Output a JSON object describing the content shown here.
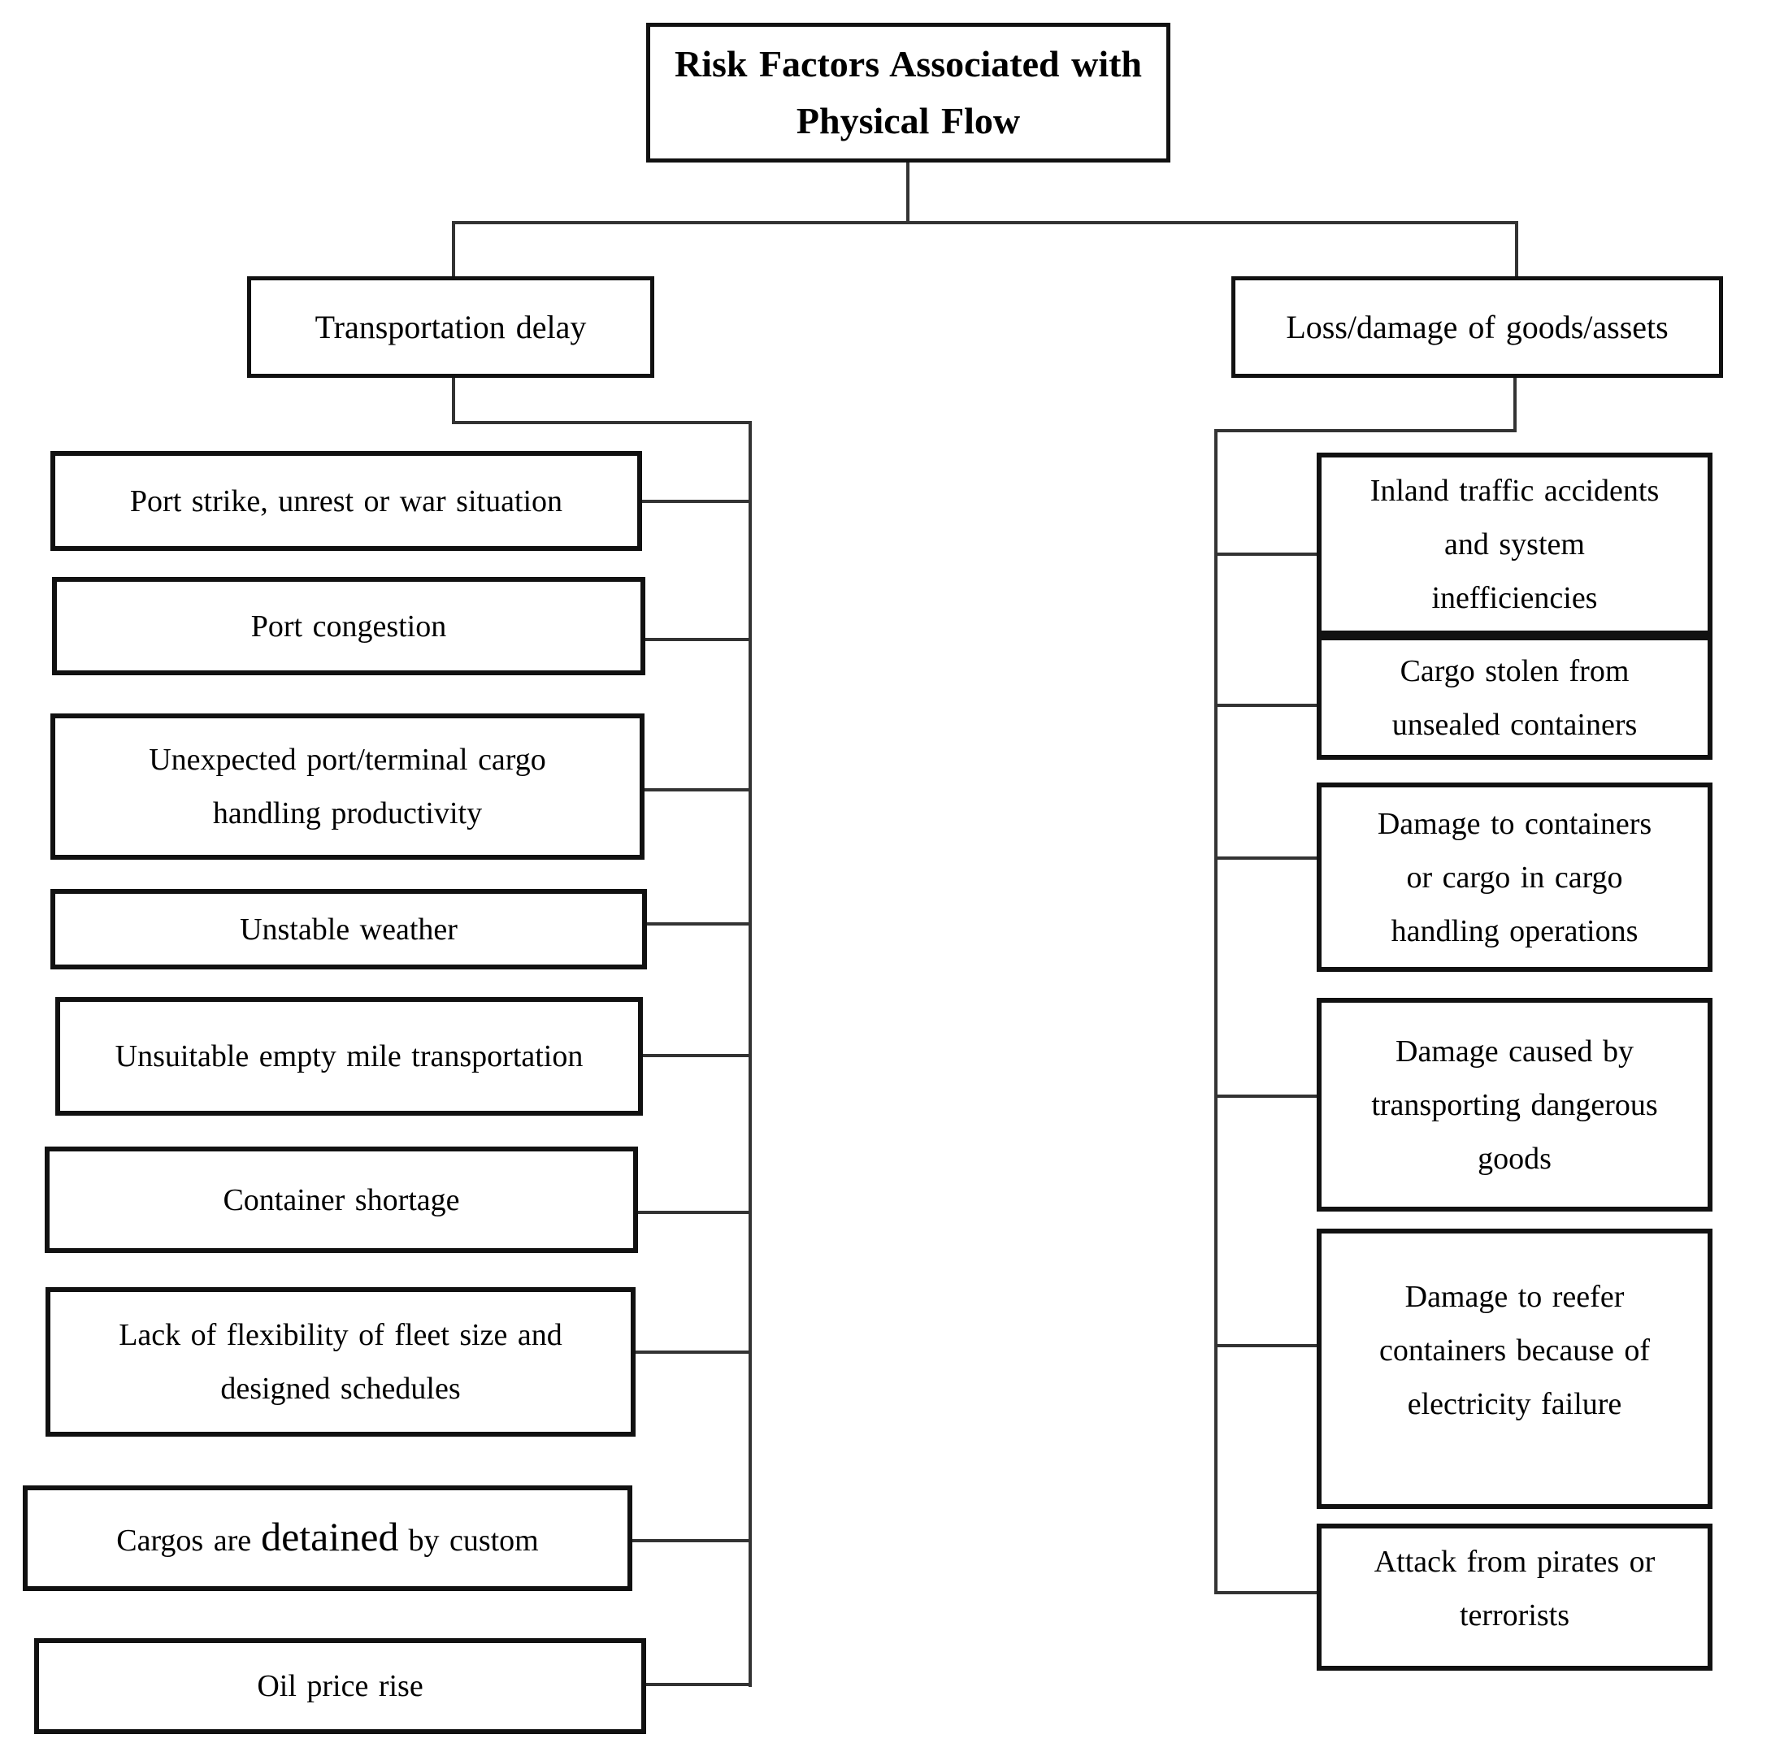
{
  "diagram": {
    "root": {
      "label": "Risk Factors Associated with\nPhysical Flow"
    },
    "left_branch": {
      "label": "Transportation delay",
      "items": [
        {
          "text": "Port strike, unrest or war situation"
        },
        {
          "text": "Port congestion"
        },
        {
          "text": "Unexpected port/terminal cargo\nhandling productivity"
        },
        {
          "text": "Unstable weather"
        },
        {
          "text": "Unsuitable empty mile transportation"
        },
        {
          "text": "Container shortage"
        },
        {
          "text": "Lack of flexibility of fleet size and\ndesigned schedules"
        },
        {
          "prefix": "Cargos are",
          "emphasis": "detained",
          "suffix": "by custom"
        },
        {
          "text": "Oil price rise"
        }
      ]
    },
    "right_branch": {
      "label": "Loss/damage of goods/assets",
      "items": [
        {
          "text": "Inland traffic accidents\nand system\ninefficiencies"
        },
        {
          "text": "Cargo stolen from\nunsealed containers"
        },
        {
          "text": "Damage to containers\nor cargo in cargo\nhandling operations"
        },
        {
          "text": "Damage caused by\ntransporting dangerous\ngoods"
        },
        {
          "text": "Damage to reefer\ncontainers because of\nelectricity failure"
        },
        {
          "text": "Attack from pirates or\nterrorists"
        }
      ]
    },
    "colors": {
      "background": "#ffffff",
      "border": "#111111",
      "line": "#333333",
      "text": "#000000"
    }
  }
}
